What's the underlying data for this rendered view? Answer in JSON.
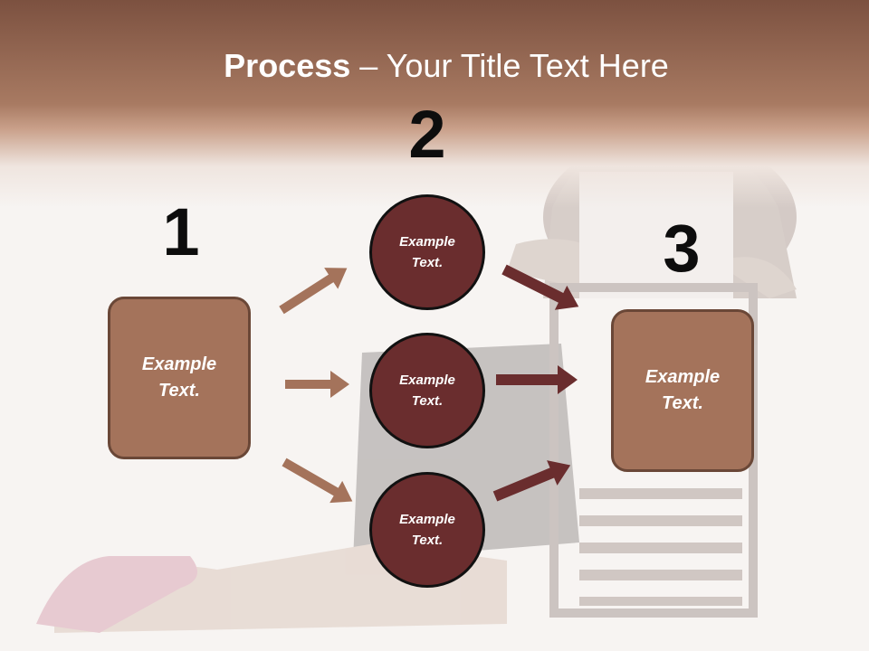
{
  "title": {
    "bold": "Process",
    "rest": " – Your Title Text Here"
  },
  "steps": [
    {
      "number": "1"
    },
    {
      "number": "2"
    },
    {
      "number": "3"
    }
  ],
  "left_box": {
    "line1": "Example",
    "line2": "Text."
  },
  "circles": [
    {
      "line1": "Example",
      "line2": "Text."
    },
    {
      "line1": "Example",
      "line2": "Text."
    },
    {
      "line1": "Example",
      "line2": "Text."
    }
  ],
  "right_box": {
    "line1": "Example",
    "line2": "Text."
  },
  "colors": {
    "header": "#a87a62",
    "box_fill": "#a4735b",
    "circle_fill": "#6a2d2e",
    "arrow_light": "#a4735b",
    "arrow_dark": "#6a2d2e"
  }
}
